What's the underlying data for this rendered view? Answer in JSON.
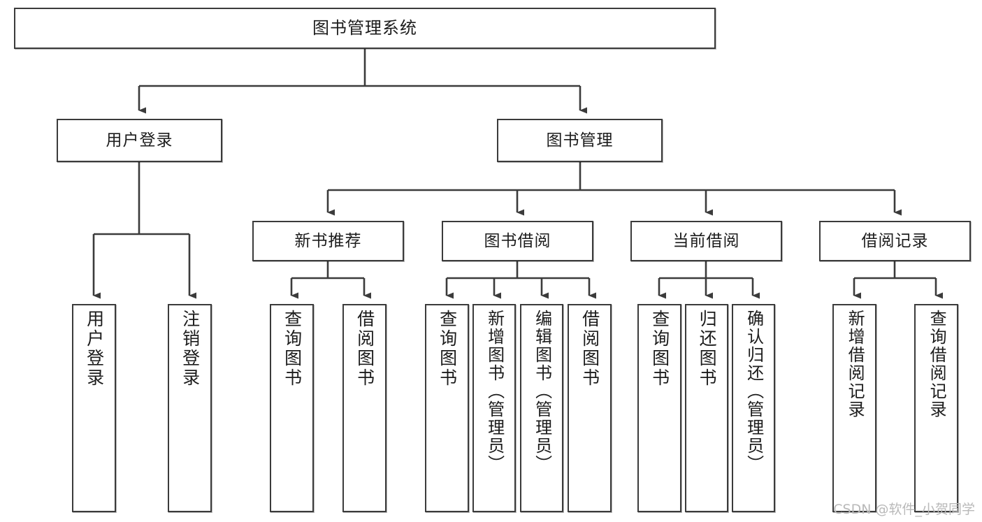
{
  "diagram": {
    "title": "图书管理系统",
    "type": "tree",
    "watermark": "CSDN @软件_小贺同学",
    "colors": {
      "stroke": "#3b3b3b",
      "background": "#ffffff",
      "text": "#1c1c1c",
      "watermark": "#b9b9b9"
    },
    "root": {
      "label": "图书管理系统"
    },
    "level2": [
      {
        "label": "用户登录"
      },
      {
        "label": "图书管理"
      }
    ],
    "level3": [
      {
        "label": "新书推荐"
      },
      {
        "label": "图书借阅"
      },
      {
        "label": "当前借阅"
      },
      {
        "label": "借阅记录"
      }
    ],
    "leaves": {
      "user_login": [
        {
          "label": "用户登录"
        },
        {
          "label": "注销登录"
        }
      ],
      "new_book": [
        {
          "label": "查询图书"
        },
        {
          "label": "借阅图书"
        }
      ],
      "book_borrow": [
        {
          "label": "查询图书"
        },
        {
          "label": "新增图书（管理员）"
        },
        {
          "label": "编辑图书（管理员）"
        },
        {
          "label": "借阅图书"
        }
      ],
      "current_borrow": [
        {
          "label": "查询图书"
        },
        {
          "label": "归还图书"
        },
        {
          "label": "确认归还（管理员）"
        }
      ],
      "borrow_record": [
        {
          "label": "新增借阅记录"
        },
        {
          "label": "查询借阅记录"
        }
      ]
    }
  }
}
